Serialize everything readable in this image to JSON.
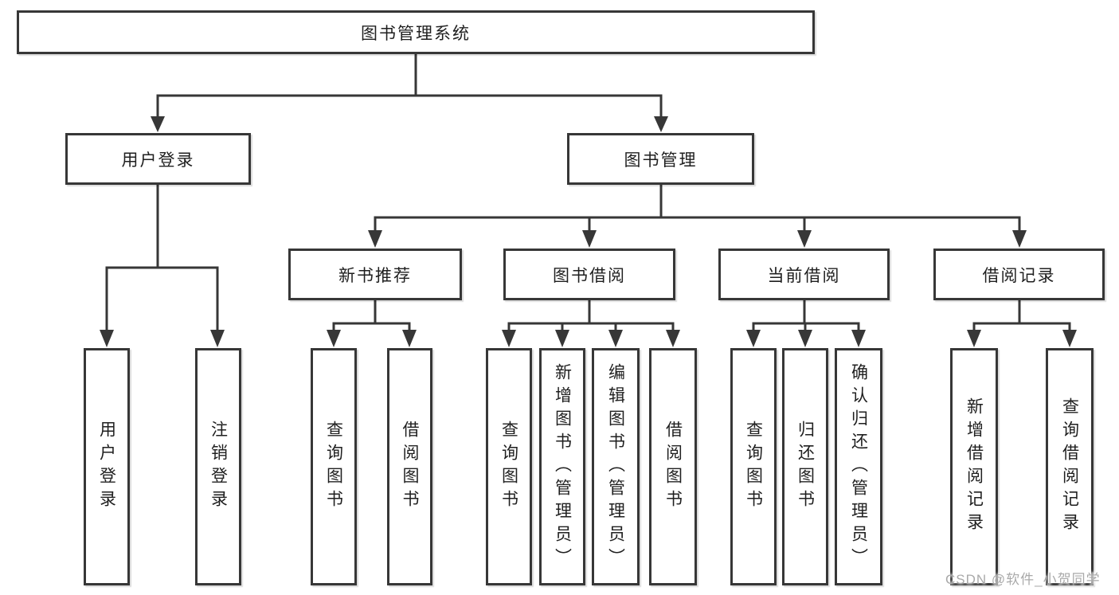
{
  "tree": {
    "root": {
      "label": "图书管理系统"
    },
    "branches": [
      {
        "label": "用户登录",
        "children": [
          {
            "label": "用户登录"
          },
          {
            "label": "注销登录"
          }
        ]
      },
      {
        "label": "图书管理",
        "children": [
          {
            "label": "新书推荐",
            "children": [
              {
                "label": "查询图书"
              },
              {
                "label": "借阅图书"
              }
            ]
          },
          {
            "label": "图书借阅",
            "children": [
              {
                "label": "查询图书"
              },
              {
                "label": "新增图书（管理员）"
              },
              {
                "label": "编辑图书（管理员）"
              },
              {
                "label": "借阅图书"
              }
            ]
          },
          {
            "label": "当前借阅",
            "children": [
              {
                "label": "查询图书"
              },
              {
                "label": "归还图书"
              },
              {
                "label": "确认归还（管理员）"
              }
            ]
          },
          {
            "label": "借阅记录",
            "children": [
              {
                "label": "新增借阅记录"
              },
              {
                "label": "查询借阅记录"
              }
            ]
          }
        ]
      }
    ]
  },
  "watermark": "CSDN @软件_小贺同学",
  "colors": {
    "line": "#373737",
    "text": "#1f1f1f",
    "background": "#ffffff",
    "watermark": "#a9a9a9"
  }
}
